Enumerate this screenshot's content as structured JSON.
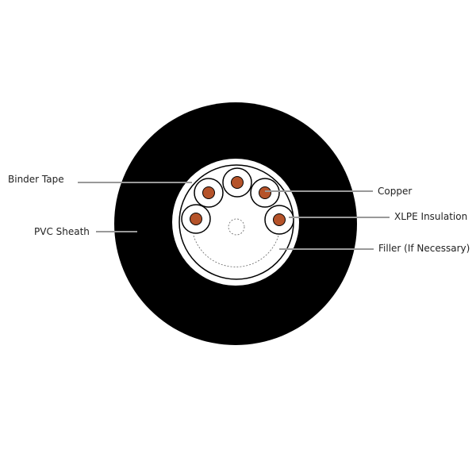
{
  "labels": {
    "binder_tape": "Binder Tape",
    "pvc_sheath": "PVC Sheath",
    "copper": "Copper",
    "xlpe_insulation": "XLPE Insulation",
    "filler": "Filler (If Necessary)"
  },
  "colors": {
    "sheath": "#000000",
    "copper": "#b5532a",
    "leader": "#999999"
  },
  "core_count": 5
}
